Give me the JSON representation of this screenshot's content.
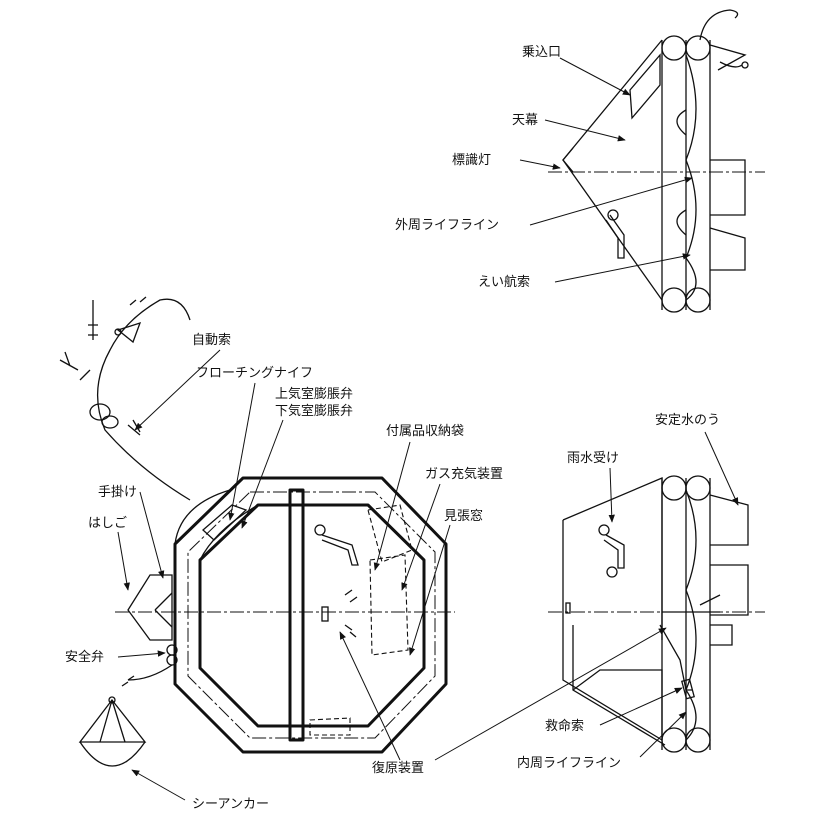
{
  "labels": {
    "boarding": "乗込口",
    "canopy": "天幕",
    "marker_light": "標識灯",
    "outer_lifeline": "外周ライフライン",
    "towing_line": "えい航索",
    "auto_line": "自動索",
    "floating_knife": "フローチングナイフ",
    "upper_valve": "上気室膨脹弁",
    "lower_valve": "下気室膨脹弁",
    "accessory_bag": "付属品収納袋",
    "gas_inflation": "ガス充気装置",
    "lookout_window": "見張窓",
    "handhold": "手掛け",
    "ladder": "はしご",
    "safety_valve": "安全弁",
    "sea_anchor": "シーアンカー",
    "righting_device": "復原装置",
    "rain_catcher": "雨水受け",
    "stability_bags": "安定水のう",
    "rescue_line": "救命索",
    "inner_lifeline": "内周ライフライン"
  }
}
